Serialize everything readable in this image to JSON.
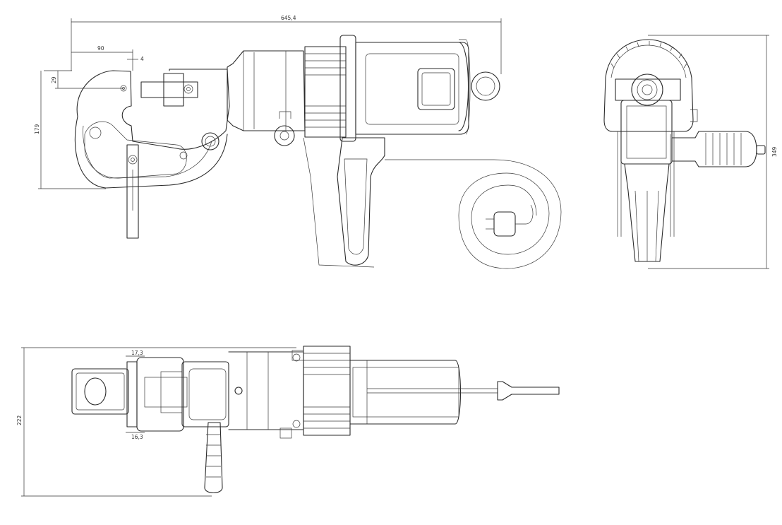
{
  "dimensions": {
    "overall_length": "645,4",
    "jaw_width": "90",
    "jaw_offset": "4",
    "jaw_top": "29",
    "height_side": "179",
    "height_end": "349",
    "width_top": "222",
    "punch_top": "17,3",
    "punch_bottom": "16,3"
  },
  "colors": {
    "line": "#2a2a2a",
    "background": "#ffffff"
  }
}
